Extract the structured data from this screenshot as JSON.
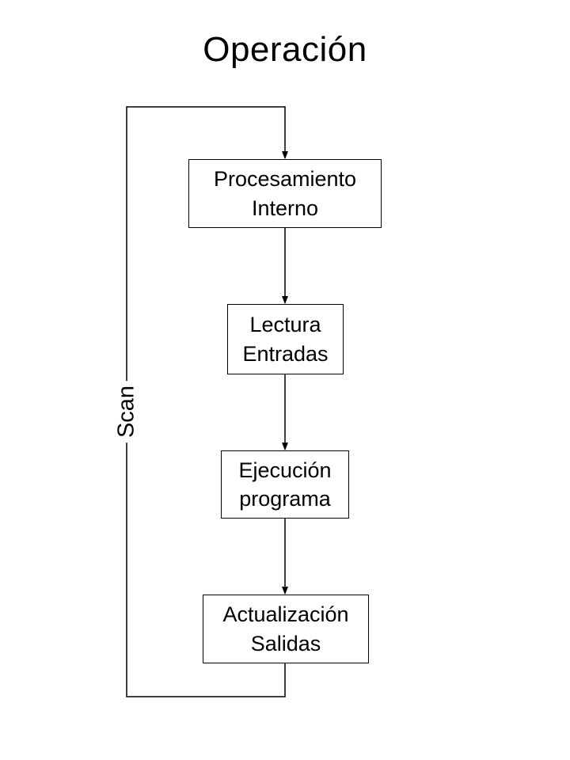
{
  "title": "Operación",
  "boxes": {
    "procesamiento": {
      "line1": "Procesamiento",
      "line2": "Interno"
    },
    "lectura": {
      "line1": "Lectura",
      "line2": "Entradas"
    },
    "ejecucion": {
      "line1": "Ejecución",
      "line2": "programa"
    },
    "actualizacion": {
      "line1": "Actualización",
      "line2": "Salidas"
    }
  },
  "loop_label": "Scan"
}
